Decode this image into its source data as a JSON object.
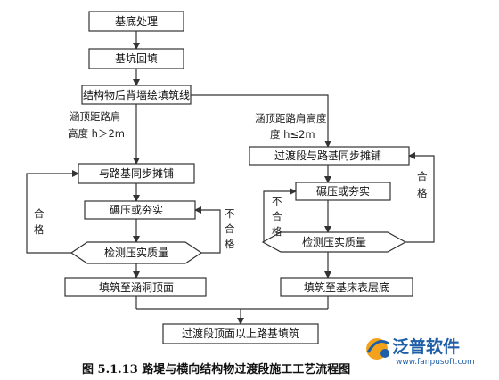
{
  "nodes": {
    "base_treatment": "基底处理",
    "pit_backfill": "基坑回填",
    "wall_line": "结构物后背墙绘填筑线",
    "left_spread": "与路基同步摊铺",
    "left_compact": "碾压或夯实",
    "left_check": "检测压实质量",
    "left_fill_top": "填筑至涵洞顶面",
    "right_spread": "过渡段与路基同步摊铺",
    "right_compact": "碾压或夯实",
    "right_check": "检测压实质量",
    "right_fill_top": "填筑至基床表层底",
    "final_fill": "过渡段顶面以上路基填筑"
  },
  "labels": {
    "left_cond_line1": "涵顶距路肩",
    "left_cond_line2": "高度 h＞2m",
    "right_cond_line1": "涵顶距路肩高度",
    "right_cond_line2": "度 h≤2m",
    "left_pass": [
      "合",
      "格"
    ],
    "left_fail": [
      "不",
      "合",
      "格"
    ],
    "right_fail": [
      "不",
      "合",
      "格"
    ],
    "right_pass": [
      "合",
      "格"
    ]
  },
  "caption": "图 5.1.13    路堤与横向结构物过渡段施工工艺流程图",
  "watermark": {
    "name": "泛普软件",
    "url": "www.fanpusoft.com"
  }
}
